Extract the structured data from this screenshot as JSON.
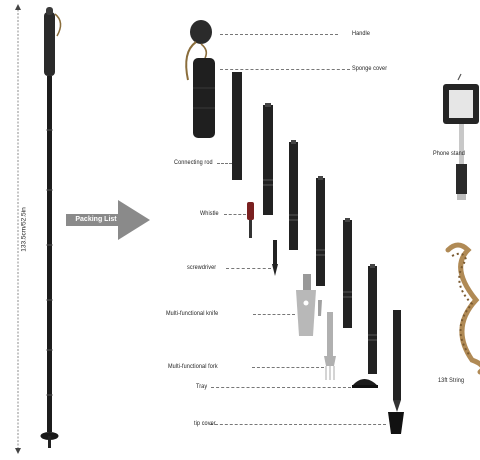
{
  "pole_length_label": "133.5cm/52.5in",
  "arrow_label": "Packing List",
  "parts": {
    "handle": "Handle",
    "sponge_cover": "Sponge cover",
    "phone_stand": "Phone stand",
    "connecting_rod": "Connecting rod",
    "whistle": "Whistle",
    "screwdriver": "screwdriver",
    "knife": "Multi-functional knife",
    "fork": "Multi-functional fork",
    "tray": "Tray",
    "tip_cover": "tip cover",
    "string": "13ft String"
  },
  "colors": {
    "pole": "#1c1c1c",
    "arrow": "#888888",
    "rope": "#b08a55",
    "steel": "#b8b8b8"
  }
}
